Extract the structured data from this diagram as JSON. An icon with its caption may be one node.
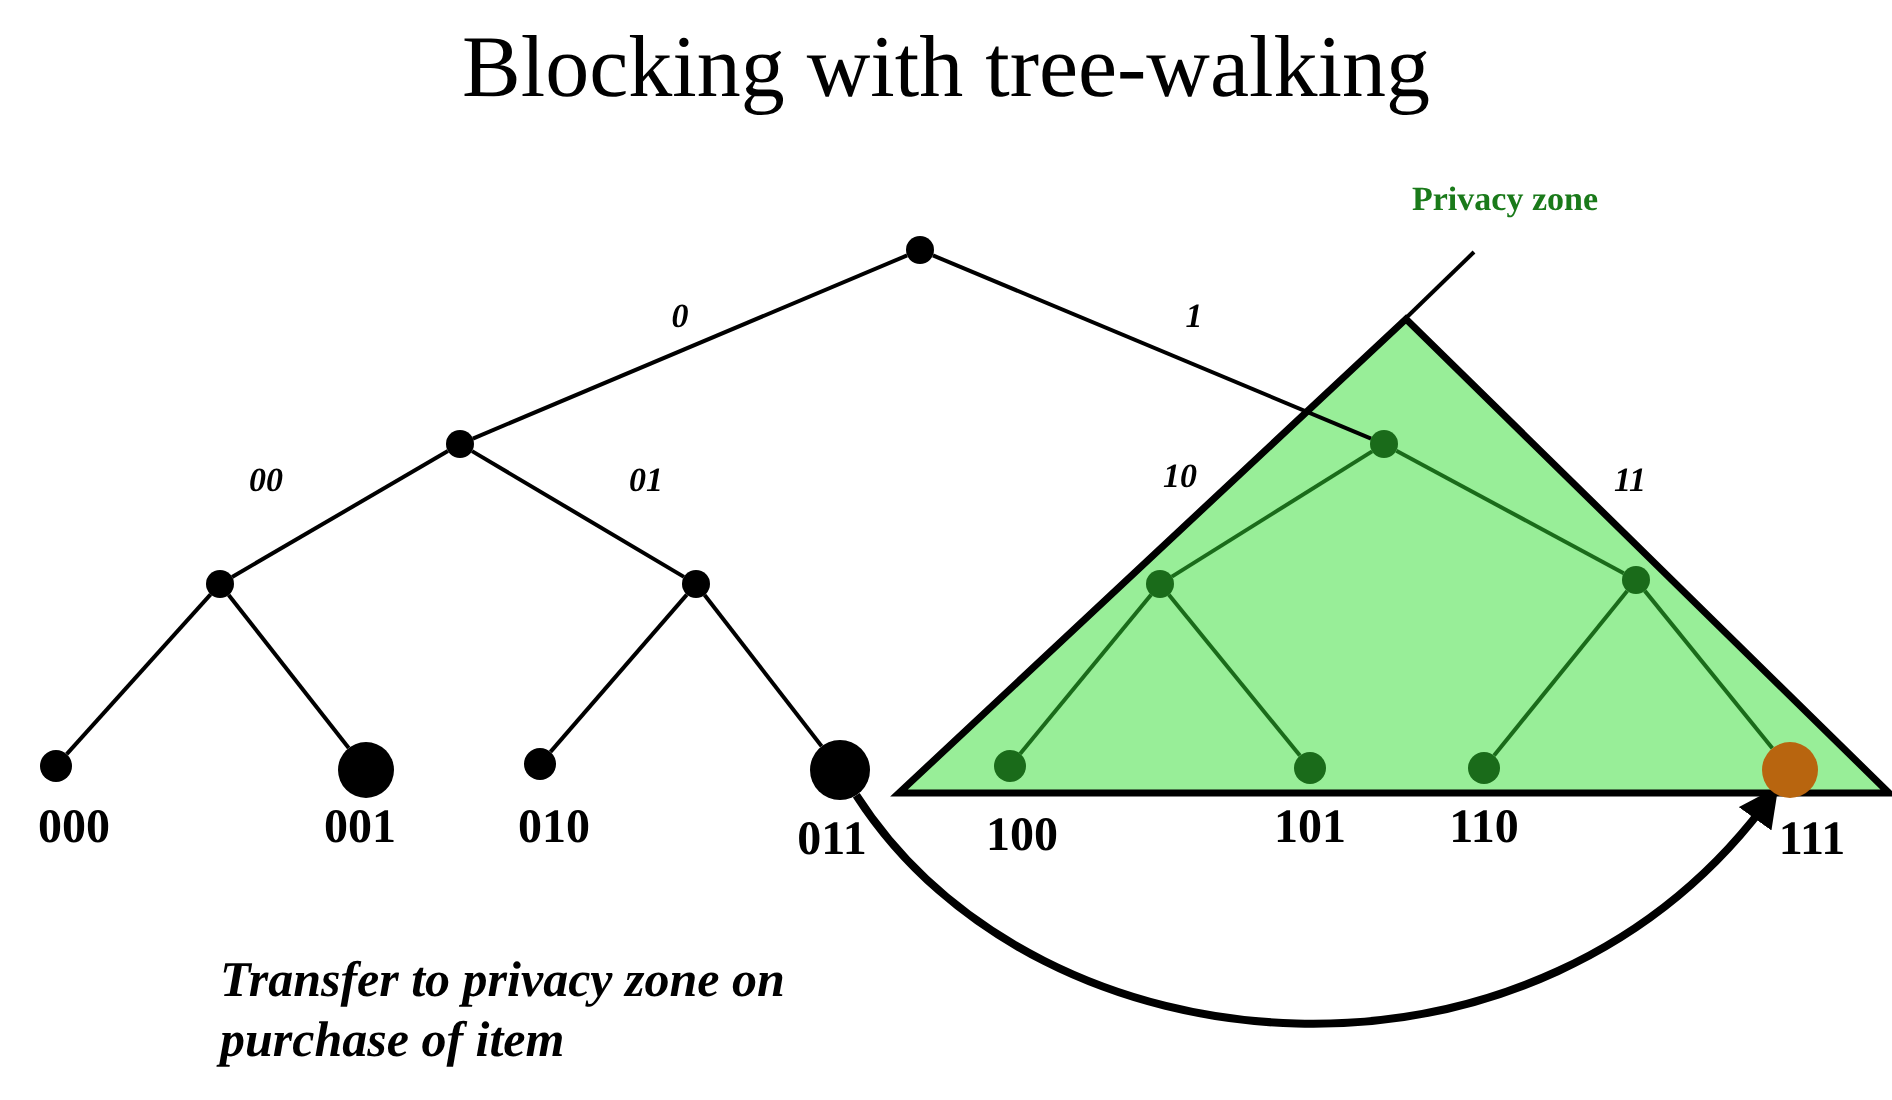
{
  "diagram": {
    "title": "Blocking with tree-walking",
    "nodes": [
      {
        "text": [
          "Privacy zone"
        ]
      },
      {
        "text": [],
        "shape": "triangle"
      },
      {
        "text": [],
        "shape": "circle"
      },
      {
        "text": [],
        "shape": "circle"
      },
      {
        "text": [],
        "shape": "circle",
        "in": 1
      },
      {
        "text": [],
        "shape": "circle"
      },
      {
        "text": [],
        "shape": "circle"
      },
      {
        "text": [],
        "shape": "circle",
        "in": 1
      },
      {
        "text": [],
        "shape": "circle",
        "in": 1
      },
      {
        "text": [],
        "shape": "circle",
        "beside": [
          "000"
        ]
      },
      {
        "text": [],
        "shape": "circle",
        "beside": [
          "001"
        ]
      },
      {
        "text": [],
        "shape": "circle",
        "beside": [
          "010"
        ]
      },
      {
        "text": [],
        "shape": "circle",
        "beside": [
          "011"
        ]
      },
      {
        "text": [],
        "shape": "circle",
        "in": 1,
        "beside": [
          "100"
        ]
      },
      {
        "text": [],
        "shape": "circle",
        "in": 1,
        "beside": [
          "101"
        ]
      },
      {
        "text": [],
        "shape": "circle",
        "in": 1,
        "beside": [
          "110"
        ]
      },
      {
        "text": [],
        "shape": "circle",
        "in": 1,
        "beside": [
          "111"
        ]
      }
    ],
    "edges": [
      {
        "from": 0,
        "to": 1,
        "arrow": "none"
      },
      {
        "from": 2,
        "to": 3,
        "arrow": "none",
        "label": "0"
      },
      {
        "from": 2,
        "to": 4,
        "arrow": "none",
        "label": "1"
      },
      {
        "from": 3,
        "to": 5,
        "arrow": "none",
        "label": "00"
      },
      {
        "from": 3,
        "to": 6,
        "arrow": "none",
        "label": "01"
      },
      {
        "from": 4,
        "to": 7,
        "arrow": "none",
        "label": "10",
        "color": "#1a6b1a"
      },
      {
        "from": 4,
        "to": 8,
        "arrow": "none",
        "label": "11",
        "color": "#1a6b1a"
      },
      {
        "from": 5,
        "to": 9,
        "arrow": "none"
      },
      {
        "from": 5,
        "to": 10,
        "arrow": "none"
      },
      {
        "from": 6,
        "to": 11,
        "arrow": "none"
      },
      {
        "from": 6,
        "to": 12,
        "arrow": "none"
      },
      {
        "from": 7,
        "to": 13,
        "arrow": "none",
        "color": "#1a6b1a"
      },
      {
        "from": 7,
        "to": 14,
        "arrow": "none",
        "color": "#1a6b1a"
      },
      {
        "from": 8,
        "to": 15,
        "arrow": "none",
        "color": "#1a6b1a"
      },
      {
        "from": 8,
        "to": 16,
        "arrow": "none",
        "color": "#1a6b1a"
      },
      {
        "from": 12,
        "to": 16,
        "arrow": "to",
        "style": "thick"
      }
    ],
    "labels": [
      "Transfer to privacy zone on purchase of item"
    ]
  }
}
